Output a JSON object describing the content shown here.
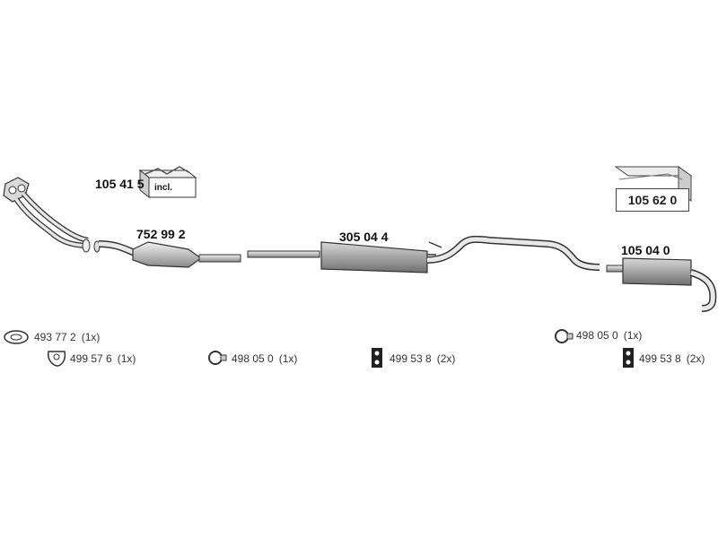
{
  "parts": {
    "front_pipe": "105 41 5",
    "catalyst": "752 99 2",
    "middle_silencer": "305 04 4",
    "rear_silencer": "105 04 0",
    "mounting_kit": "105 62 0"
  },
  "kit_note": "incl.",
  "accessories": [
    {
      "number": "493 77 2",
      "qty": "(1x)",
      "icon": "oval-gasket-icon"
    },
    {
      "number": "499 57 6",
      "qty": "(1x)",
      "icon": "clamp-gasket-icon"
    },
    {
      "number": "498 05 0",
      "qty": "(1x)",
      "icon": "pipe-clamp-icon"
    },
    {
      "number": "499 53 8",
      "qty": "(2x)",
      "icon": "rubber-hanger-icon"
    },
    {
      "number": "498 05 0",
      "qty": "(1x)",
      "icon": "pipe-clamp-icon"
    },
    {
      "number": "499 53 8",
      "qty": "(2x)",
      "icon": "rubber-hanger-icon"
    }
  ]
}
